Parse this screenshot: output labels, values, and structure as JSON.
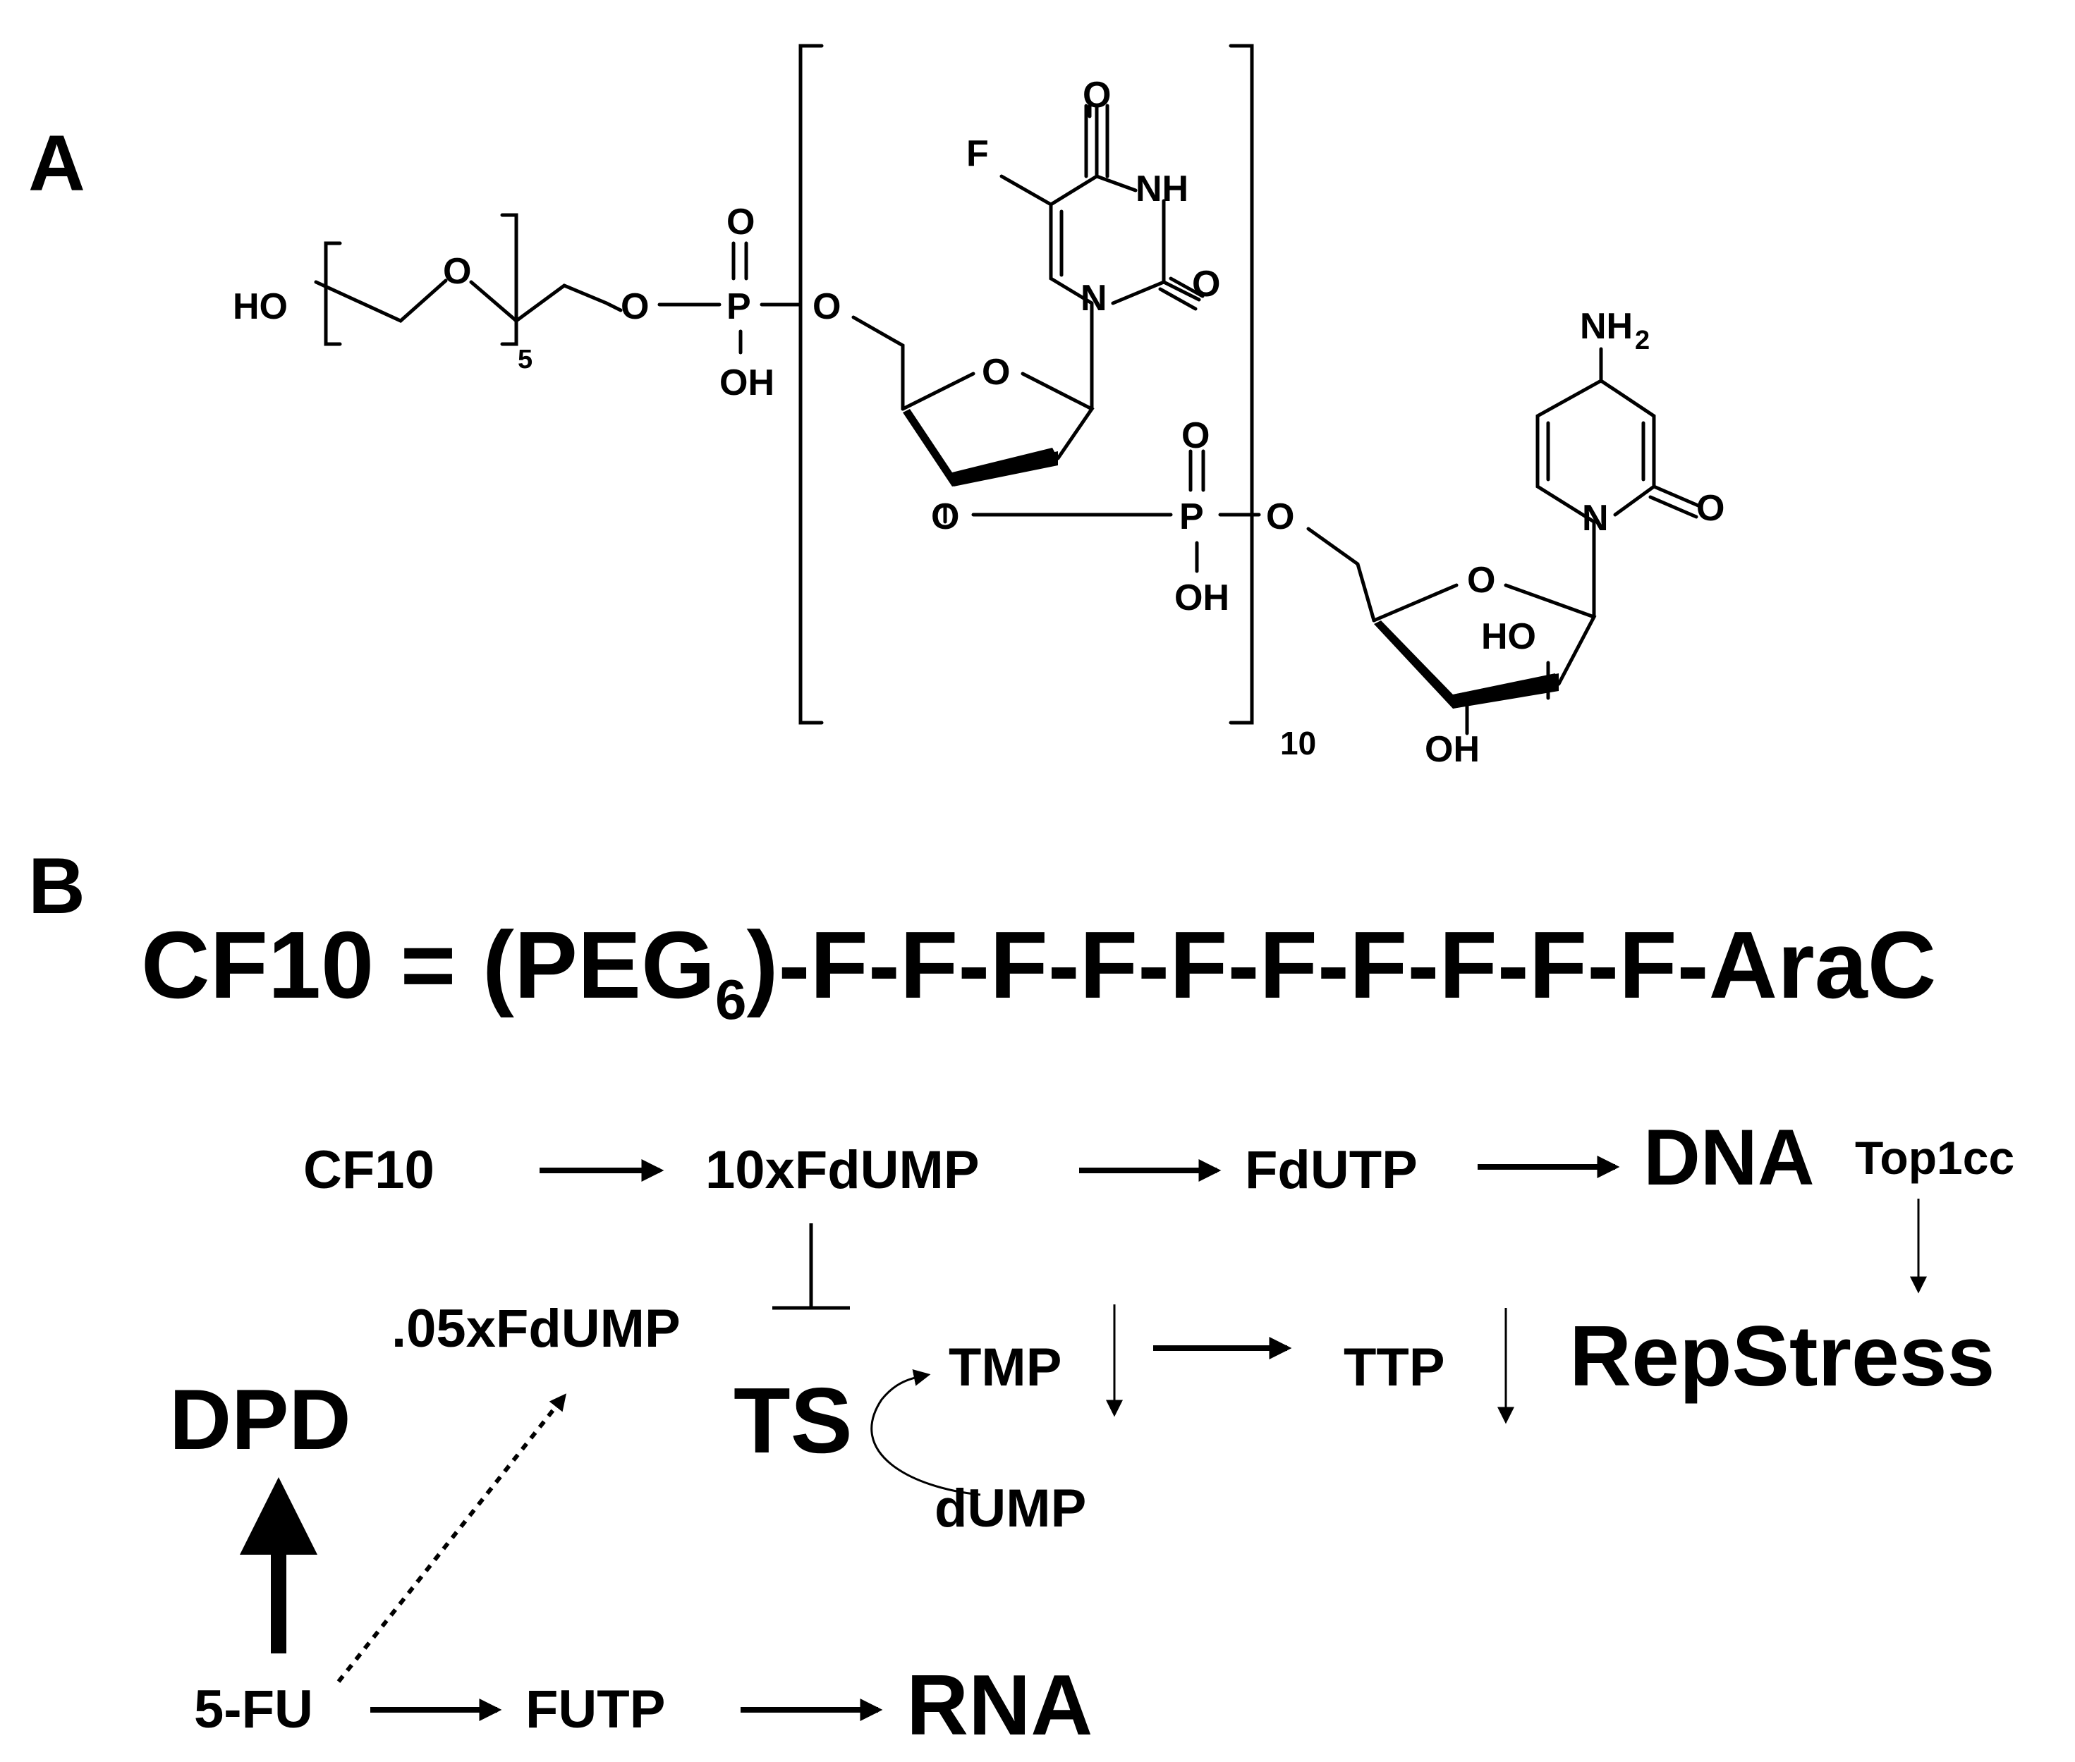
{
  "panel_a": {
    "label": "A",
    "atoms": {
      "ho_peg": "HO",
      "o_peg": "O",
      "sub_five": "5",
      "o_link": "O",
      "p1": "P",
      "p1_o_top": "O",
      "p1_oh": "OH",
      "o_sugar5": "O",
      "fu_f": "F",
      "fu_o_top": "O",
      "fu_nh": "NH",
      "fu_o_right": "O",
      "fu_n": "N",
      "ring_o1": "O",
      "o3": "O",
      "p2": "P",
      "p2_o_top": "O",
      "p2_oh": "OH",
      "o_ara5": "O",
      "ara_nh2": "NH",
      "ara_nh2_sub": "2",
      "ara_o": "O",
      "ara_n": "N",
      "ring_o2": "O",
      "ho_2": "HO",
      "oh_3": "OH",
      "sub_ten": "10"
    }
  },
  "panel_b": {
    "label": "B",
    "formula": {
      "prefix": "CF10 = (PEG",
      "sub": "6",
      "suffix": ")-F-F-F-F-F-F-F-F-F-F-AraC"
    },
    "nodes": {
      "cf10": "CF10",
      "fdump10": "10xFdUMP",
      "fdutp": "FdUTP",
      "dna": "DNA",
      "top1cc": "Top1cc",
      "fdump05": ".05xFdUMP",
      "tmp": "TMP",
      "ttp": "TTP",
      "repstress": "RepStress",
      "dpd": "DPD",
      "ts": "TS",
      "dump": "dUMP",
      "fu5": "5-FU",
      "futp": "FUTP",
      "rna": "RNA"
    }
  }
}
